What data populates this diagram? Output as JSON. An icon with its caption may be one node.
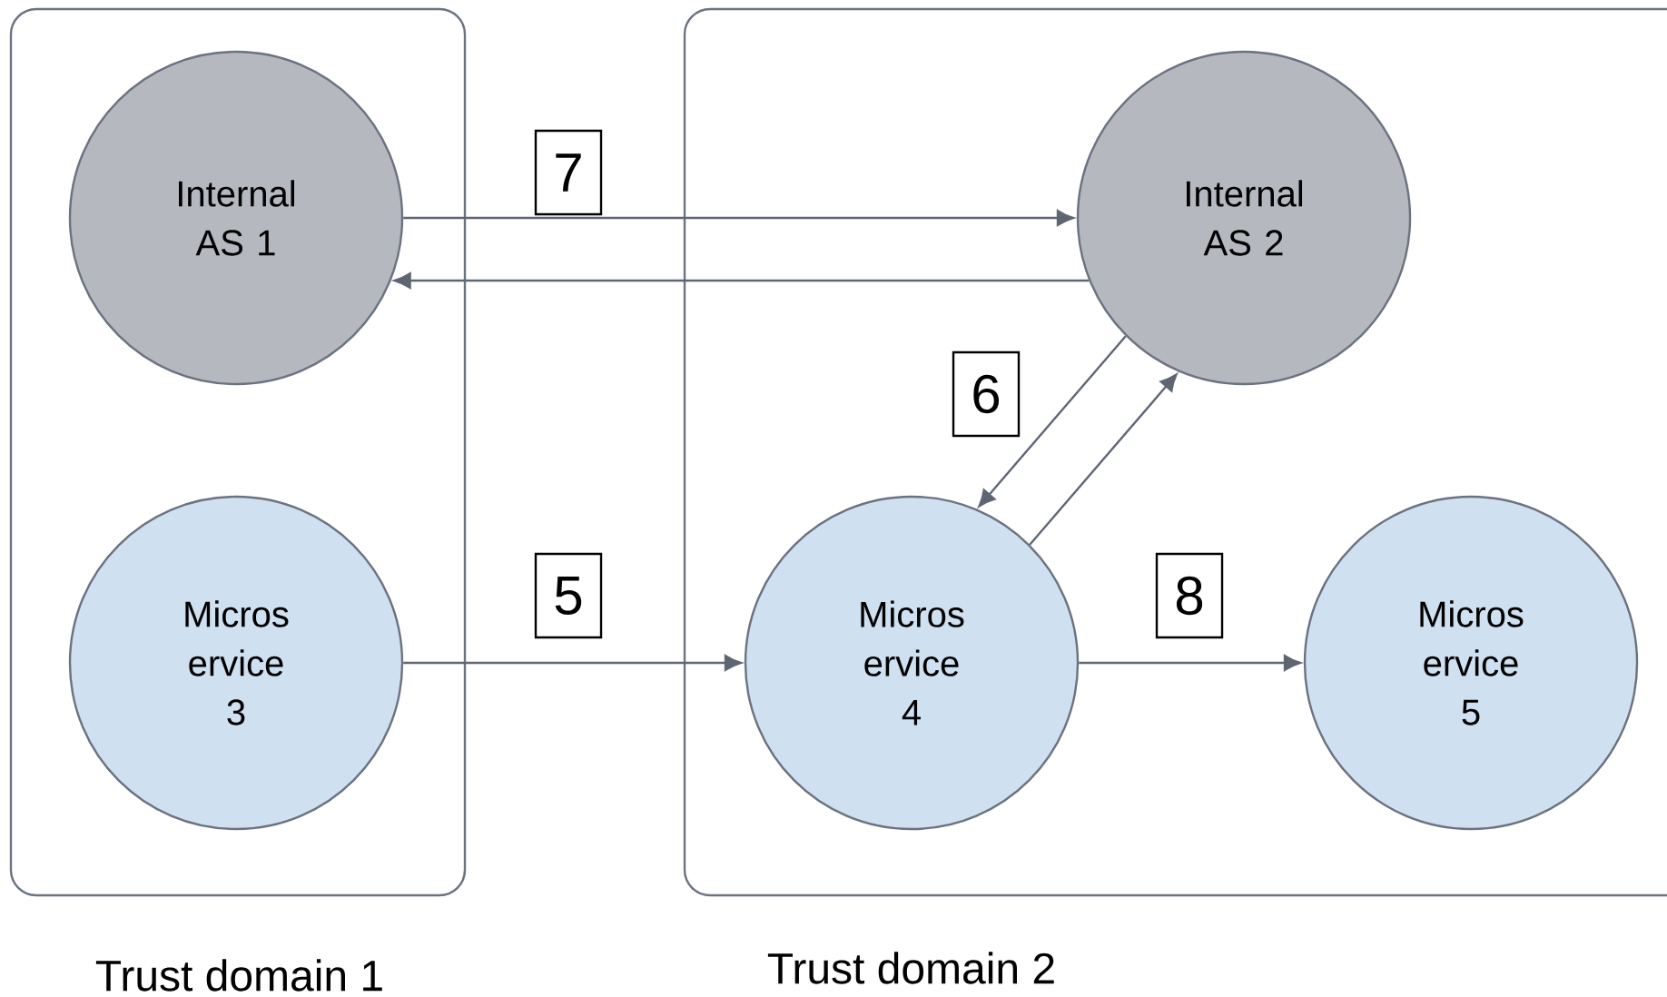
{
  "diagram": {
    "nodes": [
      {
        "text": [
          "Trust domain 1"
        ]
      },
      {
        "text": [
          "Trust domain 2"
        ]
      },
      {
        "text": [
          "Internal AS 1"
        ],
        "in": 0
      },
      {
        "text": [
          "Internal AS 2"
        ],
        "in": 1
      },
      {
        "text": [
          "Micros ervice 3"
        ],
        "in": 0
      },
      {
        "text": [
          "Micros ervice 4"
        ],
        "in": 1
      },
      {
        "text": [
          "Micros ervice 5"
        ],
        "in": 1
      }
    ],
    "edges": [
      {
        "from": 2,
        "to": 3,
        "arrow": "to",
        "label": "7"
      },
      {
        "from": 3,
        "to": 2,
        "arrow": "to"
      },
      {
        "from": 3,
        "to": 5,
        "arrow": "to",
        "label": "6"
      },
      {
        "from": 5,
        "to": 3,
        "arrow": "to"
      },
      {
        "from": 4,
        "to": 5,
        "arrow": "to",
        "label": "5"
      },
      {
        "from": 5,
        "to": 6,
        "arrow": "to",
        "label": "8"
      }
    ]
  }
}
